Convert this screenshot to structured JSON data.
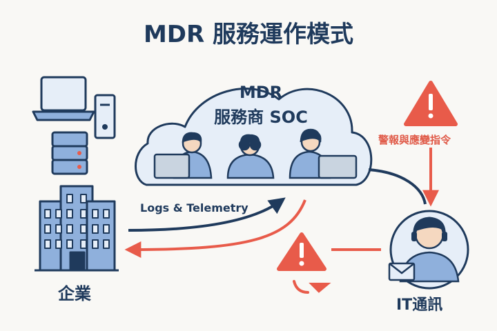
{
  "title": "MDR 服務運作模式",
  "soc": {
    "line1": "MDR",
    "line2": "服務商 SOC"
  },
  "flows": {
    "logs_label": "Logs & Telemetry",
    "alert_label": "警報與應變指令"
  },
  "nodes": {
    "enterprise": "企業",
    "it": "IT通訊"
  },
  "colors": {
    "navy": "#1f3a5c",
    "alert_red": "#e85b4a",
    "blue_fill": "#8fb0dc",
    "light_fill": "#e6eef8"
  },
  "icons": [
    "laptop-icon",
    "desktop-tower-icon",
    "server-icon",
    "office-building-icon",
    "cloud-icon",
    "warning-icon",
    "headset-agent-icon",
    "envelope-icon",
    "hand-icon"
  ]
}
